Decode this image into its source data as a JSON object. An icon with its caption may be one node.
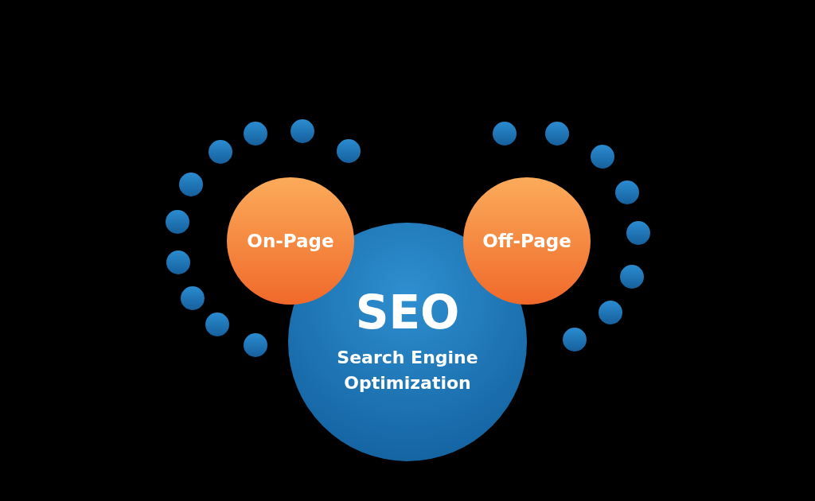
{
  "diagram": {
    "nodes": [
      {
        "text": [
          "SEO",
          "Search Engine Optimization"
        ]
      },
      {
        "text": [
          "On-Page"
        ]
      },
      {
        "text": [
          "Off-Page"
        ]
      },
      {
        "text": [],
        "shape": "circle"
      },
      {
        "text": [],
        "shape": "circle"
      },
      {
        "text": [],
        "shape": "circle"
      },
      {
        "text": [],
        "shape": "circle"
      },
      {
        "text": [],
        "shape": "circle"
      },
      {
        "text": [],
        "shape": "circle"
      },
      {
        "text": [],
        "shape": "circle"
      },
      {
        "text": [],
        "shape": "circle"
      },
      {
        "text": [],
        "shape": "circle"
      },
      {
        "text": [],
        "shape": "circle"
      },
      {
        "text": [],
        "shape": "circle"
      },
      {
        "text": [],
        "shape": "circle"
      },
      {
        "text": [],
        "shape": "circle"
      },
      {
        "text": [],
        "shape": "circle"
      },
      {
        "text": [],
        "shape": "circle"
      },
      {
        "text": [],
        "shape": "circle"
      },
      {
        "text": [],
        "shape": "circle"
      },
      {
        "text": [],
        "shape": "circle"
      }
    ]
  }
}
